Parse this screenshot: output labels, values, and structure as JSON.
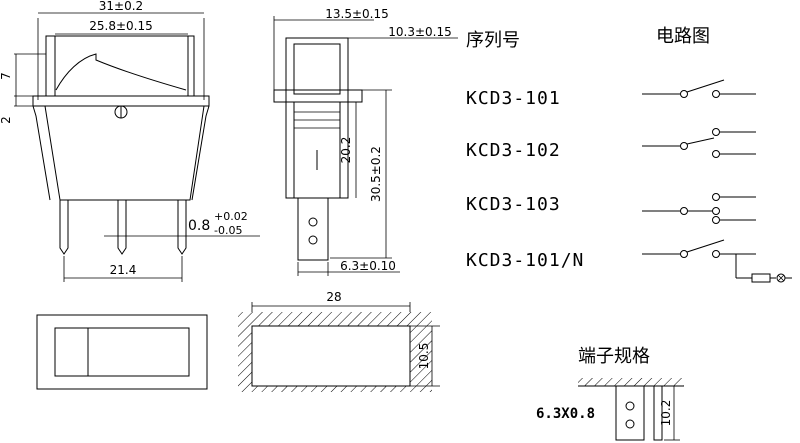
{
  "dims": {
    "overall_width": "31±0.2",
    "inner_width": "25.8±0.15",
    "rocker_height": "7",
    "flange": "2",
    "pin_thickness_main": "0.8",
    "pin_tol_plus": "+0.02",
    "pin_tol_minus": "-0.05",
    "pin_span": "21.4",
    "side_width": "13.5±0.15",
    "side_inner_width": "10.3±0.15",
    "body_height": "20.2",
    "total_height": "30.5±0.2",
    "terminal_width": "6.3±0.10",
    "cutout_width": "28",
    "cutout_height": "10.5",
    "terminal_len": "10.2"
  },
  "labels": {
    "series_header": "序列号",
    "circuit_header": "电路图",
    "terminal_spec_header": "端子规格",
    "terminal_size": "6.3X0.8"
  },
  "models": [
    "KCD3-101",
    "KCD3-102",
    "KCD3-103",
    "KCD3-101/N"
  ]
}
